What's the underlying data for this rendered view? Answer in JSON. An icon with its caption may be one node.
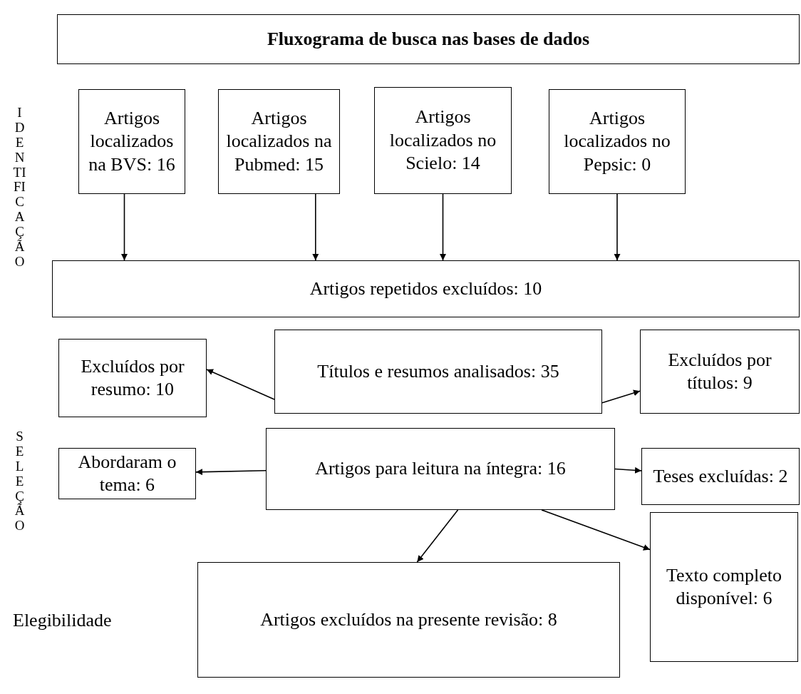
{
  "diagram": {
    "title": "Fluxograma de busca nas bases de dados",
    "nodes": [
      {
        "text": [
          "Artigos localizados na BVS: 16"
        ]
      },
      {
        "text": [
          "Artigos localizados na Pubmed: 15"
        ]
      },
      {
        "text": [
          "Artigos localizados no Scielo: 14"
        ]
      },
      {
        "text": [
          "Artigos localizados no Pepsic: 0"
        ]
      },
      {
        "text": [
          "Artigos repetidos excluídos: 10"
        ]
      },
      {
        "text": [
          "Excluídos por resumo: 10"
        ]
      },
      {
        "text": [
          "Títulos e resumos analisados: 35"
        ]
      },
      {
        "text": [
          "Excluídos por títulos: 9"
        ]
      },
      {
        "text": [
          "Abordaram o tema: 6"
        ]
      },
      {
        "text": [
          "Artigos para leitura na íntegra: 16"
        ]
      },
      {
        "text": [
          "Teses excluídas: 2"
        ]
      },
      {
        "text": [
          "Artigos excluídos na presente revisão: 8"
        ]
      },
      {
        "text": [
          "Texto completo disponível: 6"
        ]
      }
    ],
    "edges": [
      {
        "from": 0,
        "to": 4,
        "arrow": "to"
      },
      {
        "from": 1,
        "to": 4,
        "arrow": "to"
      },
      {
        "from": 2,
        "to": 4,
        "arrow": "to"
      },
      {
        "from": 3,
        "to": 4,
        "arrow": "to"
      },
      {
        "from": 6,
        "to": 5,
        "arrow": "to"
      },
      {
        "from": 6,
        "to": 7,
        "arrow": "to"
      },
      {
        "from": 9,
        "to": 8,
        "arrow": "to"
      },
      {
        "from": 9,
        "to": 10,
        "arrow": "to"
      },
      {
        "from": 9,
        "to": 11,
        "arrow": "to"
      },
      {
        "from": 9,
        "to": 12,
        "arrow": "to"
      }
    ],
    "labels": [
      "IDENTIFICAÇÃO",
      "SELEÇÃO",
      "Elegibilidade"
    ]
  }
}
